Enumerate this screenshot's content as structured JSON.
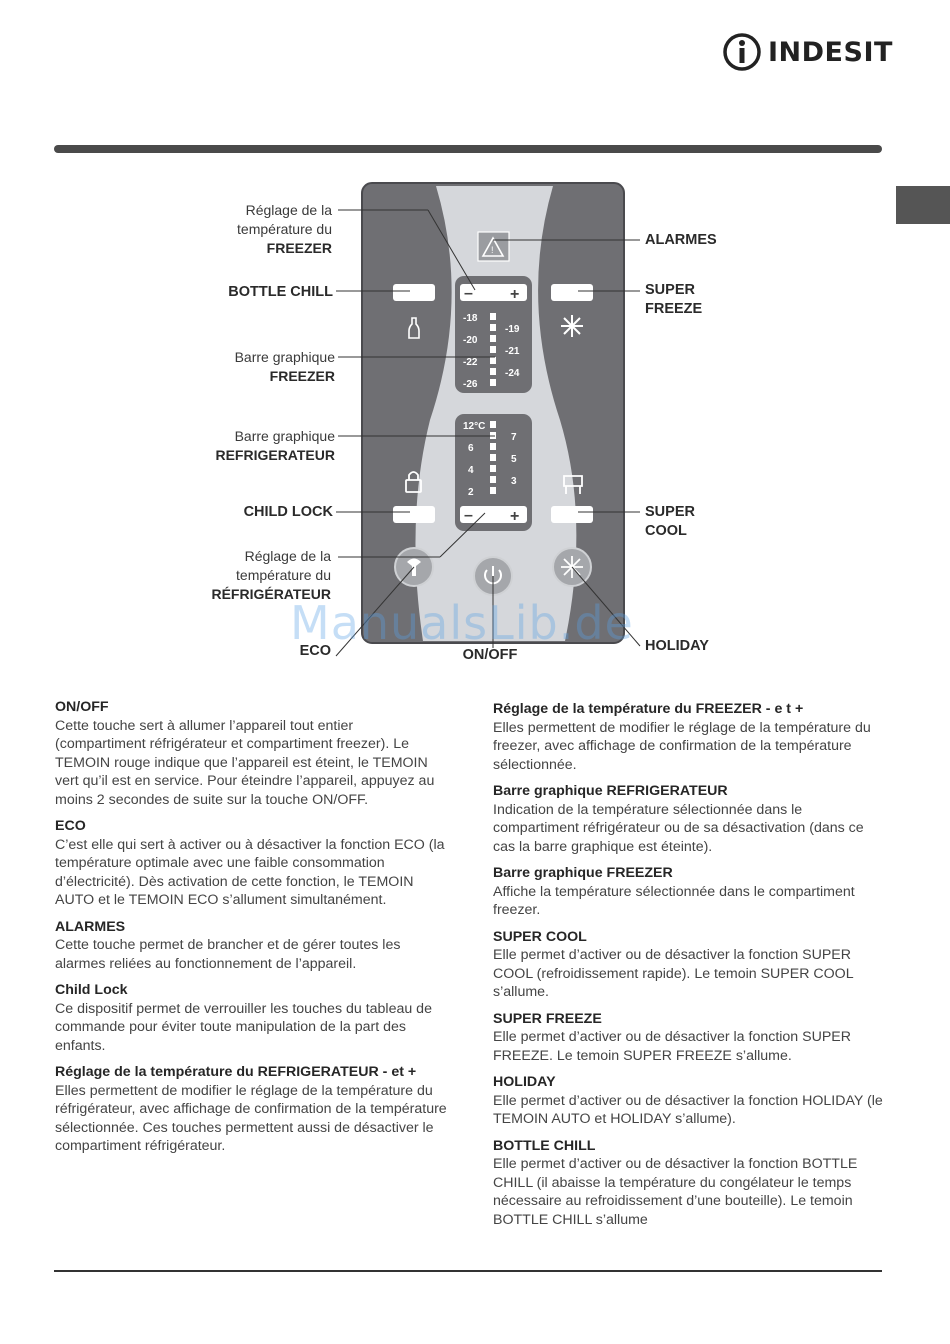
{
  "brand": {
    "name": "INDESIT"
  },
  "watermark": "ManualsLib.de",
  "panel": {
    "freezer_ticks_left": [
      "-18",
      "-20",
      "-22",
      "-26"
    ],
    "freezer_ticks_right": [
      "-19",
      "-21",
      "-24"
    ],
    "fridge_ticks_left": [
      "12°C",
      "6",
      "4",
      "2"
    ],
    "fridge_ticks_right": [
      "7",
      "5",
      "3"
    ],
    "minus": "–",
    "plus": "+"
  },
  "labels": {
    "reglage_freezer_l1": "Réglage de la",
    "reglage_freezer_l2": "température du",
    "reglage_freezer_l3": "FREEZER",
    "bottle_chill": "BOTTLE CHILL",
    "barre_freezer_l1": "Barre graphique",
    "barre_freezer_l2": "FREEZER",
    "barre_fridge_l1": "Barre graphique",
    "barre_fridge_l2": "REFRIGERATEUR",
    "child_lock": "CHILD LOCK",
    "reglage_fridge_l1": "Réglage de la",
    "reglage_fridge_l2": "température du",
    "reglage_fridge_l3": "RÉFRIGÉRATEUR",
    "eco": "ECO",
    "on_off": "ON/OFF",
    "alarmes": "ALARMES",
    "super_freeze_l1": "SUPER",
    "super_freeze_l2": "FREEZE",
    "super_cool_l1": "SUPER",
    "super_cool_l2": "COOL",
    "holiday": "HOLIDAY"
  },
  "left_col": [
    {
      "title": "ON/OFF",
      "text": "Cette touche sert à allumer l’appareil tout entier (compartiment réfrigérateur et compartiment freezer). Le TEMOIN rouge indique que l’appareil est éteint, le TEMOIN vert qu’il est en service. Pour éteindre l’appareil, appuyez au moins 2 secondes de suite sur la touche ON/OFF."
    },
    {
      "title": "ECO",
      "text": "C’est elle qui sert à activer ou à désactiver la fonction ECO (la température optimale avec une faible consommation d’électricité). Dès activation de cette fonction, le TEMOIN AUTO et le TEMOIN ECO s’allument simultanément."
    },
    {
      "title": "ALARMES",
      "text": "Cette touche permet de brancher et de gérer toutes les alarmes reliées au fonctionnement de l’appareil."
    },
    {
      "title": "Child Lock",
      "text": "Ce dispositif permet de verrouiller les touches du tableau de commande pour éviter toute manipulation de la part des enfants."
    },
    {
      "title": "Réglage de la température du REFRIGERATEUR - et +",
      "text": "Elles permettent de modifier le réglage de la température du réfrigérateur, avec affichage de confirmation de la température sélectionnée.  Ces touches permettent aussi de désactiver le compartiment réfrigérateur."
    }
  ],
  "right_col": [
    {
      "title": "Réglage de la température du FREEZER - e t +",
      "text": "Elles permettent de modifier le réglage de la température du freezer, avec affichage de confirmation de la température sélectionnée."
    },
    {
      "title": "Barre graphique REFRIGERATEUR",
      "text": "Indication de la température sélectionnée dans le compartiment réfrigérateur ou de sa désactivation (dans ce cas la barre graphique est éteinte)."
    },
    {
      "title": "Barre graphique FREEZER",
      "text": "Affiche la température sélectionnée dans le compartiment freezer."
    },
    {
      "title": "SUPER COOL",
      "text": "Elle permet d’activer ou de désactiver la fonction SUPER COOL (refroidissement rapide). Le temoin SUPER COOL s’allume."
    },
    {
      "title": "SUPER FREEZE",
      "text": "Elle permet d’activer ou de désactiver la fonction SUPER FREEZE. Le temoin SUPER FREEZE s’allume."
    },
    {
      "title": "HOLIDAY",
      "text": "Elle permet d’activer ou de désactiver la fonction HOLIDAY (le TEMOIN AUTO et HOLIDAY s’allume)."
    },
    {
      "title": "BOTTLE CHILL",
      "text": "Elle permet d’activer ou de désactiver la fonction BOTTLE CHILL  (il abaisse la température du congélateur le temps nécessaire au refroidissement d’une bouteille). Le temoin BOTTLE CHILL s’allume"
    }
  ]
}
